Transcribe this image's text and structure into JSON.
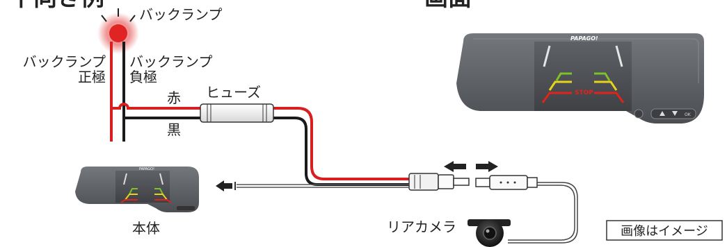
{
  "labels": {
    "heading_left": "下向き例",
    "heading_right": "画面",
    "back_lamp": "バックランプ",
    "back_lamp_positive_1": "バックランプ",
    "back_lamp_positive_2": "正極",
    "back_lamp_negative_1": "バックランプ",
    "back_lamp_negative_2": "負極",
    "red_wire": "赤",
    "black_wire": "黒",
    "fuse": "ヒューズ",
    "main_unit": "本体",
    "rear_camera": "リアカメラ",
    "image_note": "画像はイメージ"
  },
  "mirror": {
    "brand": "PAPAGO!",
    "stop_text": "STOP",
    "btn_ok": "OK"
  },
  "colors": {
    "red_wire": "#d81e1e",
    "black_wire": "#1a1a1a",
    "lamp": "#e02424",
    "mirror_body": "#5c5f63",
    "guide_red": "#e0231c",
    "guide_yellow": "#e8d21a",
    "guide_green": "#7ec12a"
  },
  "icons": {
    "lamp": "lamp-glow-icon",
    "arrow_left": "arrow-left-icon",
    "arrow_right": "arrow-right-icon"
  }
}
